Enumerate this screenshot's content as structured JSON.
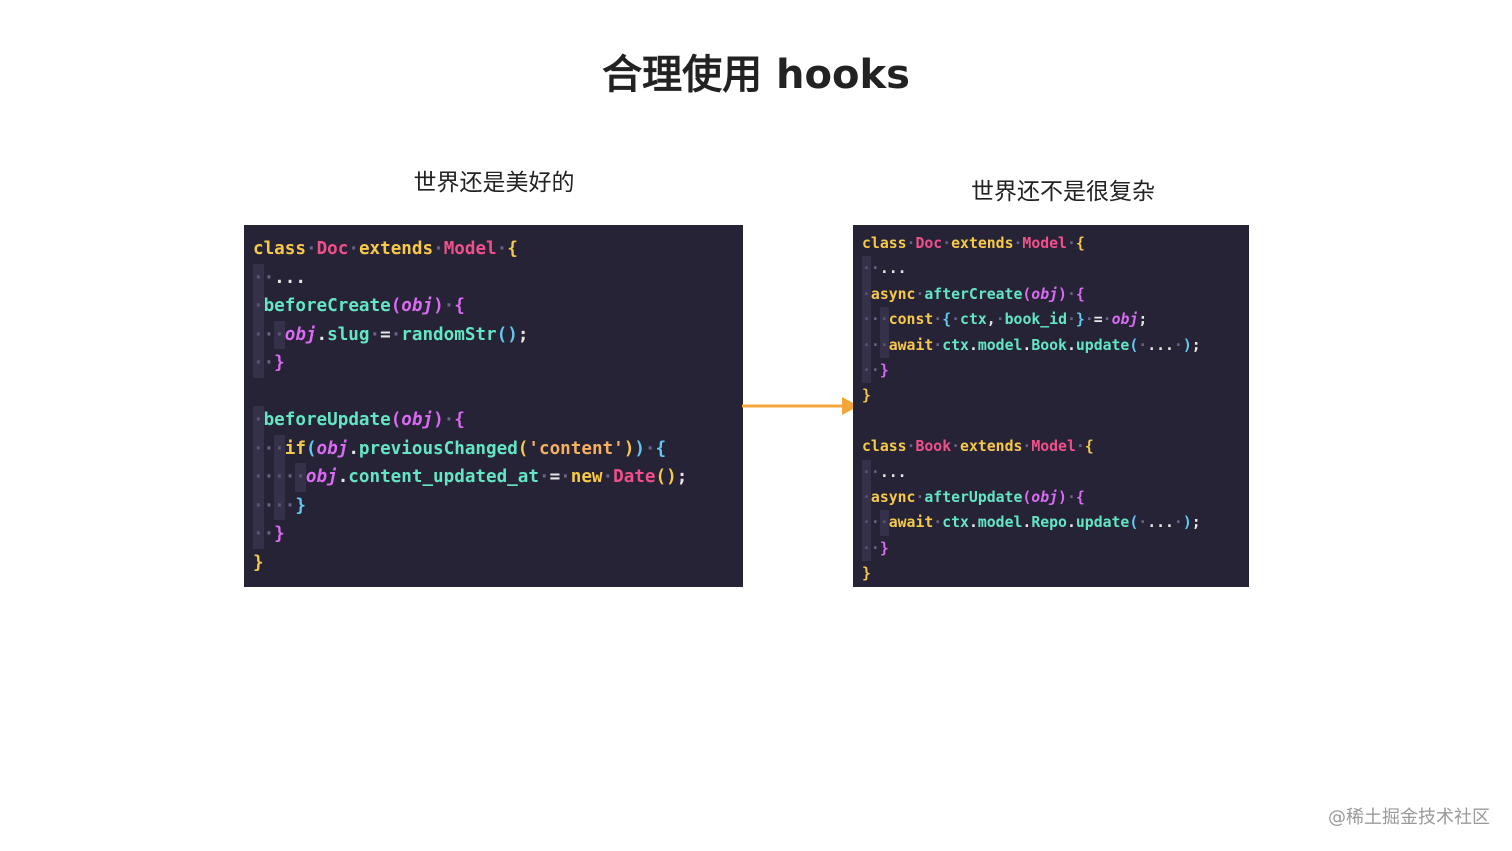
{
  "title": "合理使用 hooks",
  "captions": {
    "left": "世界还是美好的",
    "right": "世界还不是很复杂"
  },
  "watermark": "@稀土掘金技术社区",
  "colors": {
    "background": "#ffffff",
    "code_bg": "#272336",
    "arrow": "#f5a63a",
    "keyword": "#f7c948",
    "class_name": "#f0508a",
    "function": "#63e6c4",
    "parameter": "#d86bf2",
    "string": "#f4b060"
  },
  "code_left": [
    [
      [
        "kw",
        "class"
      ],
      [
        "dot",
        "·"
      ],
      [
        "cls",
        "Doc"
      ],
      [
        "dot",
        "·"
      ],
      [
        "kw",
        "extends"
      ],
      [
        "dot",
        "·"
      ],
      [
        "cls",
        "Model"
      ],
      [
        "dot",
        "·"
      ],
      [
        "brace-y",
        "{"
      ]
    ],
    [
      [
        "guide",
        "·"
      ],
      [
        "dot",
        "·"
      ],
      [
        "punc",
        "..."
      ]
    ],
    [
      [
        "guide",
        "·"
      ],
      [
        "fn",
        "beforeCreate"
      ],
      [
        "brace-p",
        "("
      ],
      [
        "param",
        "obj"
      ],
      [
        "brace-p",
        ")"
      ],
      [
        "dot",
        "·"
      ],
      [
        "brace-p",
        "{"
      ]
    ],
    [
      [
        "guide",
        "·"
      ],
      [
        "dot",
        "·"
      ],
      [
        "guide",
        "·"
      ],
      [
        "param",
        "obj"
      ],
      [
        "punc",
        "."
      ],
      [
        "prop",
        "slug"
      ],
      [
        "dot",
        "·"
      ],
      [
        "punc",
        "="
      ],
      [
        "dot",
        "·"
      ],
      [
        "fn",
        "randomStr"
      ],
      [
        "brace-b",
        "()"
      ],
      [
        "punc",
        ";"
      ]
    ],
    [
      [
        "guide",
        "·"
      ],
      [
        "dot",
        "·"
      ],
      [
        "brace-p",
        "}"
      ]
    ],
    [
      [
        "punc",
        ""
      ]
    ],
    [
      [
        "guide",
        "·"
      ],
      [
        "fn",
        "beforeUpdate"
      ],
      [
        "brace-p",
        "("
      ],
      [
        "param",
        "obj"
      ],
      [
        "brace-p",
        ")"
      ],
      [
        "dot",
        "·"
      ],
      [
        "brace-p",
        "{"
      ]
    ],
    [
      [
        "guide",
        "·"
      ],
      [
        "dot",
        "·"
      ],
      [
        "guide",
        "·"
      ],
      [
        "kw",
        "if"
      ],
      [
        "brace-b",
        "("
      ],
      [
        "param",
        "obj"
      ],
      [
        "punc",
        "."
      ],
      [
        "fn",
        "previousChanged"
      ],
      [
        "brace-y",
        "("
      ],
      [
        "str",
        "'content'"
      ],
      [
        "brace-y",
        ")"
      ],
      [
        "brace-b",
        ")"
      ],
      [
        "dot",
        "·"
      ],
      [
        "brace-b",
        "{"
      ]
    ],
    [
      [
        "guide",
        "·"
      ],
      [
        "dot",
        "·"
      ],
      [
        "guide",
        "·"
      ],
      [
        "dot",
        "·"
      ],
      [
        "guide",
        "·"
      ],
      [
        "param",
        "obj"
      ],
      [
        "punc",
        "."
      ],
      [
        "prop",
        "content_updated_at"
      ],
      [
        "dot",
        "·"
      ],
      [
        "punc",
        "="
      ],
      [
        "dot",
        "·"
      ],
      [
        "kw",
        "new"
      ],
      [
        "dot",
        "·"
      ],
      [
        "cls",
        "Date"
      ],
      [
        "brace-y",
        "()"
      ],
      [
        "punc",
        ";"
      ]
    ],
    [
      [
        "guide",
        "·"
      ],
      [
        "dot",
        "·"
      ],
      [
        "guide",
        "·"
      ],
      [
        "dot",
        "·"
      ],
      [
        "brace-b",
        "}"
      ]
    ],
    [
      [
        "guide",
        "·"
      ],
      [
        "dot",
        "·"
      ],
      [
        "brace-p",
        "}"
      ]
    ],
    [
      [
        "brace-y",
        "}"
      ]
    ]
  ],
  "code_right": [
    [
      [
        "kw",
        "class"
      ],
      [
        "dot",
        "·"
      ],
      [
        "cls",
        "Doc"
      ],
      [
        "dot",
        "·"
      ],
      [
        "kw",
        "extends"
      ],
      [
        "dot",
        "·"
      ],
      [
        "cls",
        "Model"
      ],
      [
        "dot",
        "·"
      ],
      [
        "brace-y",
        "{"
      ]
    ],
    [
      [
        "guide",
        "·"
      ],
      [
        "dot",
        "·"
      ],
      [
        "punc",
        "..."
      ]
    ],
    [
      [
        "guide",
        "·"
      ],
      [
        "kw",
        "async"
      ],
      [
        "dot",
        "·"
      ],
      [
        "fn",
        "afterCreate"
      ],
      [
        "brace-p",
        "("
      ],
      [
        "param",
        "obj"
      ],
      [
        "brace-p",
        ")"
      ],
      [
        "dot",
        "·"
      ],
      [
        "brace-p",
        "{"
      ]
    ],
    [
      [
        "guide",
        "·"
      ],
      [
        "dot",
        "·"
      ],
      [
        "guide",
        "·"
      ],
      [
        "kw",
        "const"
      ],
      [
        "dot",
        "·"
      ],
      [
        "brace-b",
        "{"
      ],
      [
        "dot",
        "·"
      ],
      [
        "fn",
        "ctx"
      ],
      [
        "punc",
        ","
      ],
      [
        "dot",
        "·"
      ],
      [
        "fn",
        "book_id"
      ],
      [
        "dot",
        "·"
      ],
      [
        "brace-b",
        "}"
      ],
      [
        "dot",
        "·"
      ],
      [
        "punc",
        "="
      ],
      [
        "dot",
        "·"
      ],
      [
        "param",
        "obj"
      ],
      [
        "punc",
        ";"
      ]
    ],
    [
      [
        "guide",
        "·"
      ],
      [
        "dot",
        "·"
      ],
      [
        "guide",
        "·"
      ],
      [
        "kw",
        "await"
      ],
      [
        "dot",
        "·"
      ],
      [
        "fn",
        "ctx"
      ],
      [
        "punc",
        "."
      ],
      [
        "fn",
        "model"
      ],
      [
        "punc",
        "."
      ],
      [
        "fn",
        "Book"
      ],
      [
        "punc",
        "."
      ],
      [
        "fn",
        "update"
      ],
      [
        "brace-b",
        "("
      ],
      [
        "dot",
        "·"
      ],
      [
        "punc",
        "..."
      ],
      [
        "dot",
        "·"
      ],
      [
        "brace-b",
        ")"
      ],
      [
        "punc",
        ";"
      ]
    ],
    [
      [
        "guide",
        "·"
      ],
      [
        "dot",
        "·"
      ],
      [
        "brace-p",
        "}"
      ]
    ],
    [
      [
        "brace-y",
        "}"
      ]
    ],
    [
      [
        "punc",
        ""
      ]
    ],
    [
      [
        "kw",
        "class"
      ],
      [
        "dot",
        "·"
      ],
      [
        "cls",
        "Book"
      ],
      [
        "dot",
        "·"
      ],
      [
        "kw",
        "extends"
      ],
      [
        "dot",
        "·"
      ],
      [
        "cls",
        "Model"
      ],
      [
        "dot",
        "·"
      ],
      [
        "brace-y",
        "{"
      ]
    ],
    [
      [
        "guide",
        "·"
      ],
      [
        "dot",
        "·"
      ],
      [
        "punc",
        "..."
      ]
    ],
    [
      [
        "guide",
        "·"
      ],
      [
        "kw",
        "async"
      ],
      [
        "dot",
        "·"
      ],
      [
        "fn",
        "afterUpdate"
      ],
      [
        "brace-p",
        "("
      ],
      [
        "param",
        "obj"
      ],
      [
        "brace-p",
        ")"
      ],
      [
        "dot",
        "·"
      ],
      [
        "brace-p",
        "{"
      ]
    ],
    [
      [
        "guide",
        "·"
      ],
      [
        "dot",
        "·"
      ],
      [
        "guide",
        "·"
      ],
      [
        "kw",
        "await"
      ],
      [
        "dot",
        "·"
      ],
      [
        "fn",
        "ctx"
      ],
      [
        "punc",
        "."
      ],
      [
        "fn",
        "model"
      ],
      [
        "punc",
        "."
      ],
      [
        "fn",
        "Repo"
      ],
      [
        "punc",
        "."
      ],
      [
        "fn",
        "update"
      ],
      [
        "brace-b",
        "("
      ],
      [
        "dot",
        "·"
      ],
      [
        "punc",
        "..."
      ],
      [
        "dot",
        "·"
      ],
      [
        "brace-b",
        ")"
      ],
      [
        "punc",
        ";"
      ]
    ],
    [
      [
        "guide",
        "·"
      ],
      [
        "dot",
        "·"
      ],
      [
        "brace-p",
        "}"
      ]
    ],
    [
      [
        "brace-y",
        "}"
      ]
    ]
  ]
}
